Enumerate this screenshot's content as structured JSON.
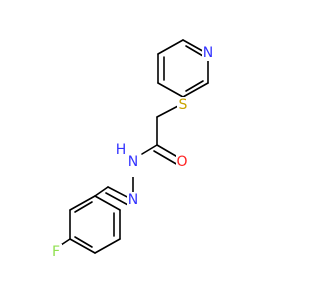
{
  "molecule": {
    "atom_labels": {
      "pyridine_n": "N",
      "sulfur": "S",
      "carbonyl_o": "O",
      "amide_nh": "H",
      "amide_n": "N",
      "imine_n": "N",
      "fluorine": "F"
    },
    "colors": {
      "bond": "#000000",
      "nitrogen": "#3333ff",
      "sulfur": "#c9a400",
      "oxygen": "#ff2020",
      "fluorine": "#90e050",
      "background": "#ffffff"
    }
  }
}
